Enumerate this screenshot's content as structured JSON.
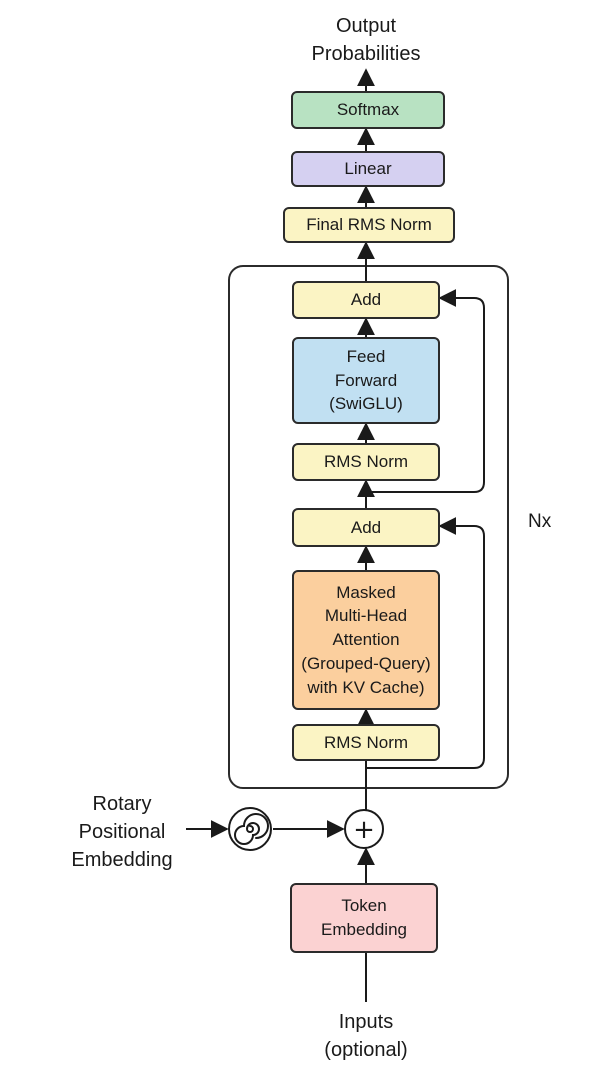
{
  "output_label": [
    "Output",
    "Probabilities"
  ],
  "softmax": [
    "Softmax"
  ],
  "linear": [
    "Linear"
  ],
  "final_norm": [
    "Final RMS Norm"
  ],
  "add_top": [
    "Add"
  ],
  "feed_forward": [
    "Feed",
    "Forward",
    "(SwiGLU)"
  ],
  "rms_norm_top": [
    "RMS Norm"
  ],
  "add_bottom": [
    "Add"
  ],
  "attention": [
    "Masked",
    "Multi-Head",
    "Attention",
    "(Grouped-Query)",
    "with KV Cache)"
  ],
  "rms_norm_bottom": [
    "RMS Norm"
  ],
  "repeat_label": "Nx",
  "rope_label": [
    "Rotary",
    "Positional",
    "Embedding"
  ],
  "plus_symbol": "+",
  "token_embedding": [
    "Token",
    "Embedding"
  ],
  "inputs_label": [
    "Inputs",
    "(optional)"
  ],
  "colors": {
    "softmax": "#b8e2c2",
    "linear": "#d5d0f1",
    "norm_add": "#fbf4c4",
    "feed_forward": "#c1e0f2",
    "attention": "#fbcf9e",
    "token_embedding": "#fbd2d2",
    "stroke": "#2b2b2b"
  }
}
